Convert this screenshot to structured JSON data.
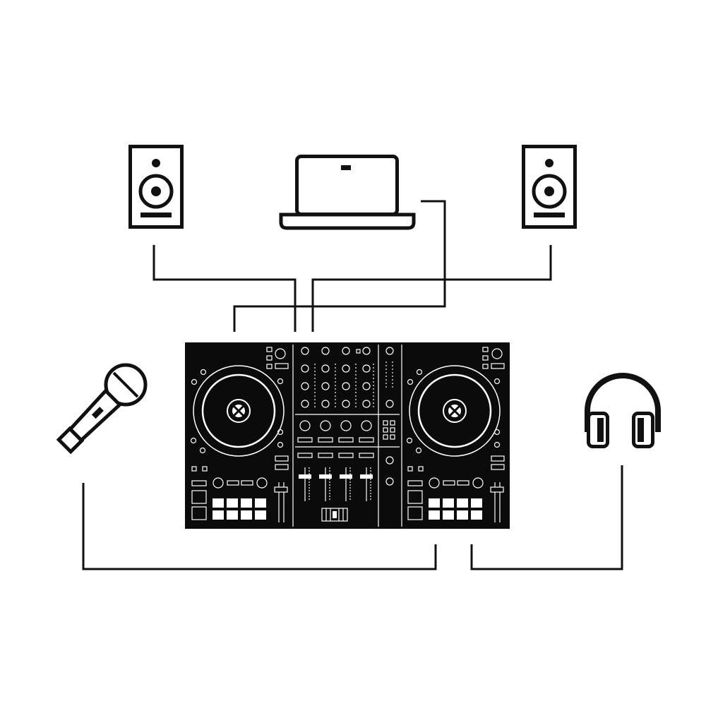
{
  "colors": {
    "line": "#111111",
    "fill": "#0b0b0b",
    "background": "#ffffff",
    "panel_detail": "#ffffff"
  },
  "devices": [
    {
      "id": "speaker-left",
      "icon": "speaker-icon"
    },
    {
      "id": "laptop",
      "icon": "laptop-icon"
    },
    {
      "id": "speaker-right",
      "icon": "speaker-icon"
    },
    {
      "id": "microphone",
      "icon": "microphone-icon"
    },
    {
      "id": "dj-controller",
      "icon": "dj-controller-icon"
    },
    {
      "id": "headphones",
      "icon": "headphones-icon"
    }
  ],
  "connections": [
    {
      "from": "speaker-left",
      "to": "dj-controller"
    },
    {
      "from": "speaker-right",
      "to": "dj-controller"
    },
    {
      "from": "laptop",
      "to": "dj-controller"
    },
    {
      "from": "microphone",
      "to": "dj-controller"
    },
    {
      "from": "headphones",
      "to": "dj-controller"
    }
  ]
}
